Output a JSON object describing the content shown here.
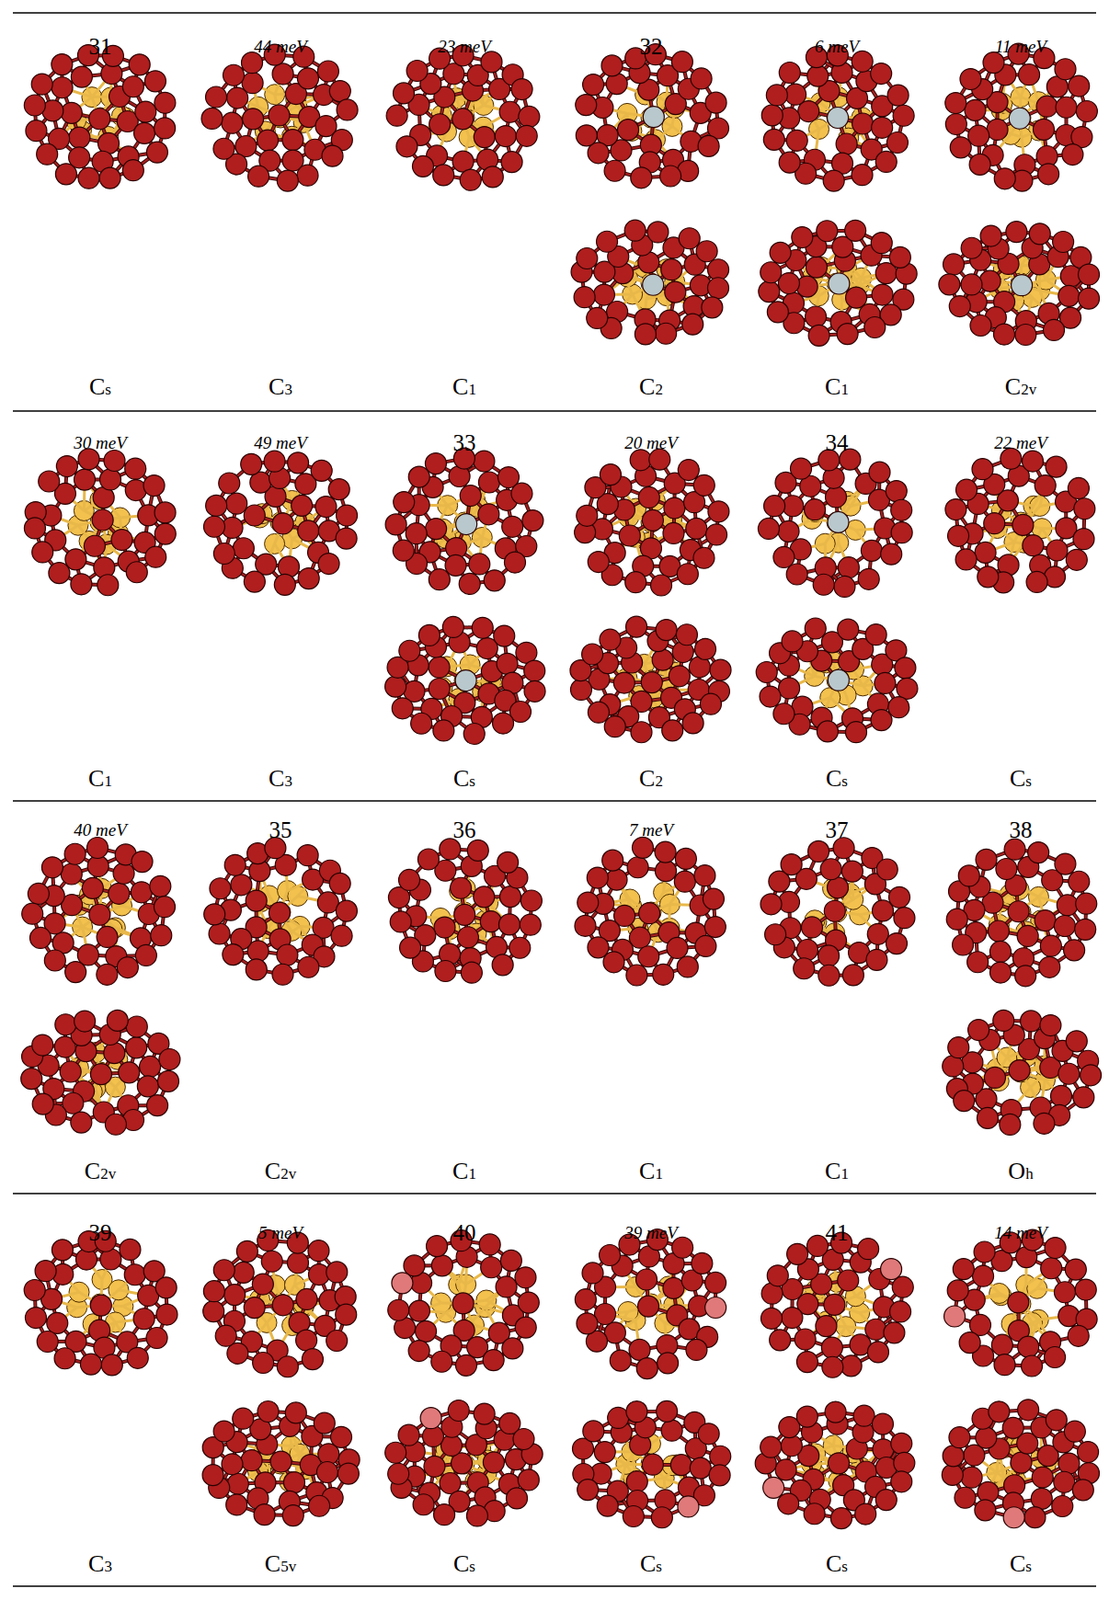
{
  "diagram": {
    "labels": [
      "31",
      "44 meV",
      "23 meV",
      "32",
      "6 meV",
      "11 meV",
      "Cs",
      "C3",
      "C1",
      "C2",
      "C1",
      "C2v",
      "30 meV",
      "49 meV",
      "33",
      "20 meV",
      "34",
      "22 meV",
      "C1",
      "C3",
      "Cs",
      "C2",
      "Cs",
      "Cs",
      "40 meV",
      "35",
      "36",
      "7 meV",
      "37",
      "38",
      "C2v",
      "C2v",
      "C1",
      "C1",
      "C1",
      "Oh",
      "39",
      "5 meV",
      "40",
      "39 meV",
      "41",
      "14 meV",
      "C3",
      "C5v",
      "Cs",
      "Cs",
      "Cs",
      "Cs"
    ]
  }
}
